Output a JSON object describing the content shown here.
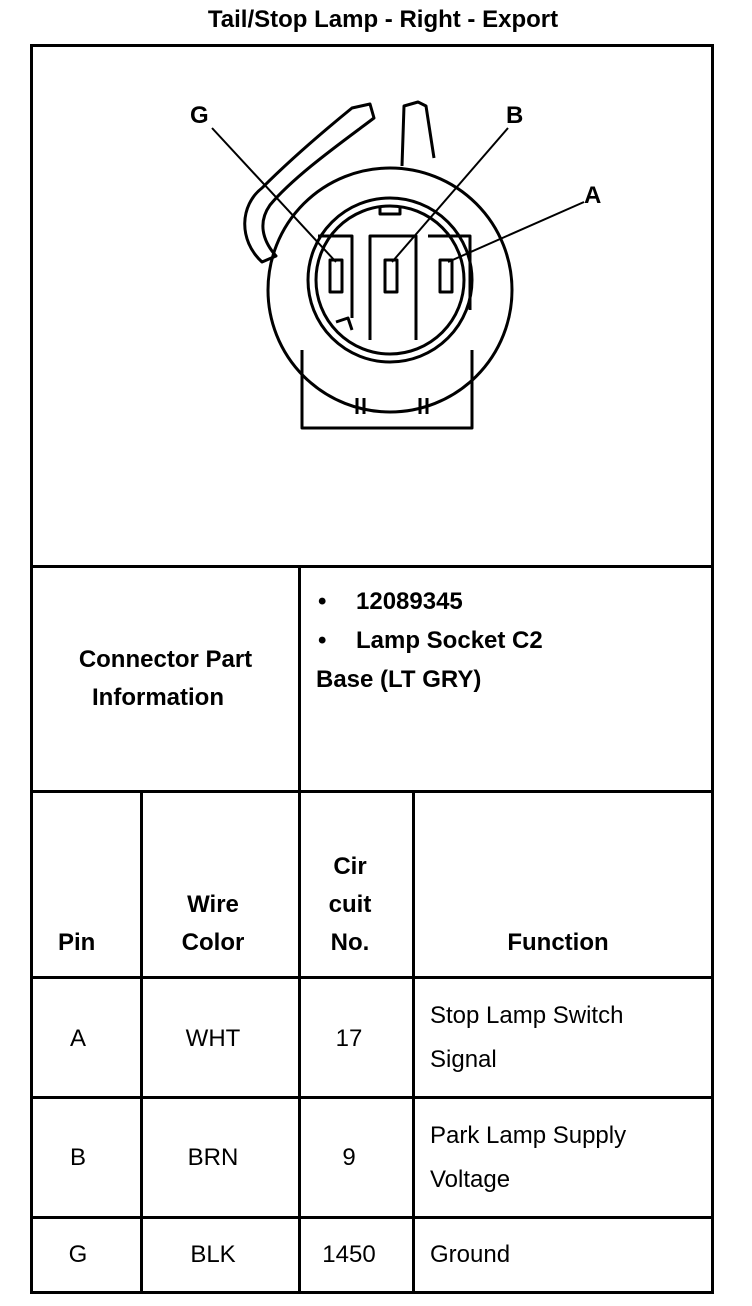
{
  "title": "Tail/Stop Lamp - Right - Export",
  "diagram": {
    "pin_labels": [
      "G",
      "B",
      "A"
    ]
  },
  "connector_info": {
    "label_line1": "Connector Part",
    "label_line2": "Information",
    "bullets": [
      "12089345",
      "Lamp Socket C2"
    ],
    "continuation": "Base (LT GRY)"
  },
  "table": {
    "headers": {
      "pin": "Pin",
      "wire_color_line1": "Wire",
      "wire_color_line2": "Color",
      "circuit_line1": "Cir",
      "circuit_line2": "cuit",
      "circuit_line3": "No.",
      "function": "Function"
    },
    "rows": [
      {
        "pin": "A",
        "wire_color": "WHT",
        "circuit": "17",
        "function_line1": "Stop Lamp Switch",
        "function_line2": "Signal"
      },
      {
        "pin": "B",
        "wire_color": "BRN",
        "circuit": "9",
        "function_line1": "Park Lamp Supply",
        "function_line2": "Voltage"
      },
      {
        "pin": "G",
        "wire_color": "BLK",
        "circuit": "1450",
        "function_line1": "Ground",
        "function_line2": ""
      }
    ]
  }
}
